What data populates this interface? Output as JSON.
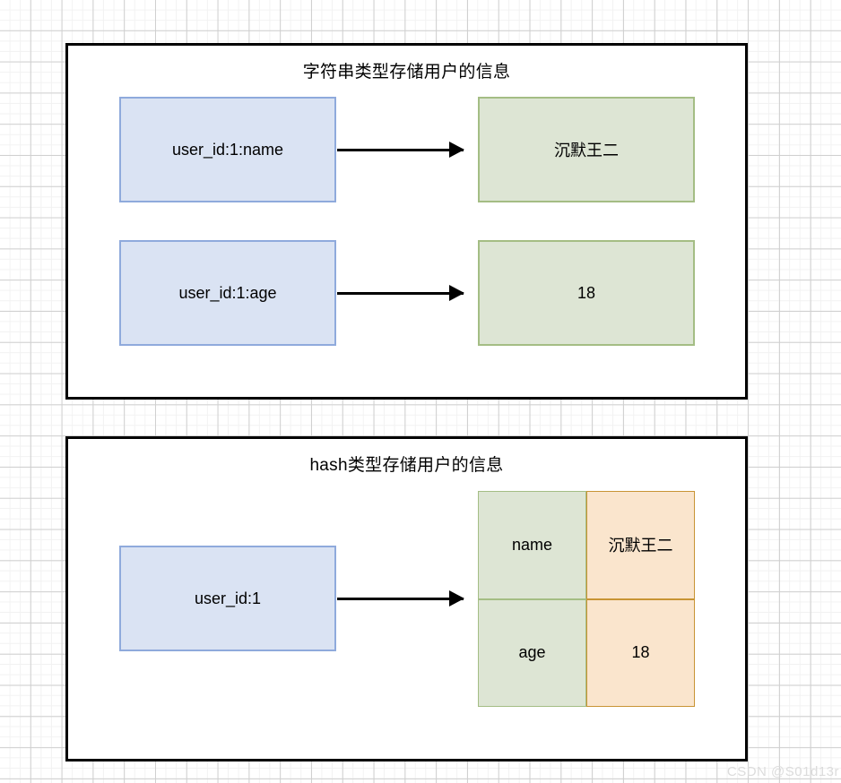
{
  "diagram": {
    "watermark": "CSDN @S01d13r",
    "colors": {
      "key_fill": "#dae3f3",
      "key_border": "#8faadc",
      "value_fill": "#dde5d4",
      "value_border": "#a4bd84",
      "hash_value_fill": "#fae5cd",
      "hash_value_border": "#c89434",
      "panel_border": "#000000",
      "arrow": "#000000",
      "grid_minor": "#f2f2f2",
      "grid_major": "#cfcfcf",
      "watermark": "#dcdcdc"
    },
    "panels": [
      {
        "id": "string-type",
        "title": "字符串类型存储用户的信息",
        "pairs": [
          {
            "key": "user_id:1:name",
            "value": "沉默王二"
          },
          {
            "key": "user_id:1:age",
            "value": "18"
          }
        ]
      },
      {
        "id": "hash-type",
        "title": "hash类型存储用户的信息",
        "key": "user_id:1",
        "hash_table": {
          "rows": [
            {
              "field": "name",
              "value": "沉默王二"
            },
            {
              "field": "age",
              "value": "18"
            }
          ]
        }
      }
    ]
  }
}
